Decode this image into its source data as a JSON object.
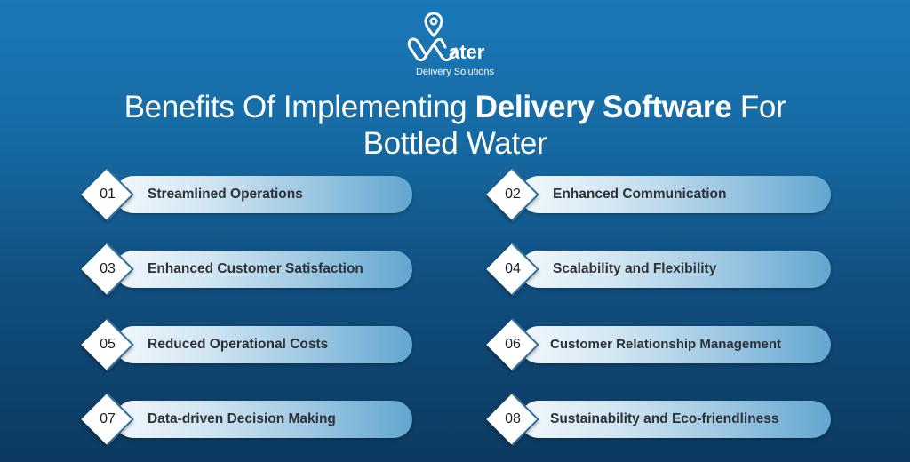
{
  "logo": {
    "icon": "location-pin-icon",
    "wordmark": "ater",
    "subtitle": "Delivery Solutions"
  },
  "title": {
    "part1": "Benefits Of Implementing ",
    "bold": "Delivery Software",
    "part2": " For",
    "line2": "Bottled Water"
  },
  "colors": {
    "background_top": "#1b79b9",
    "background_bottom": "#0c3a60",
    "pill_start": "#f2f8fc",
    "pill_end": "#62a6d0",
    "text_dark": "#2e3138"
  },
  "benefits": [
    {
      "num": "01",
      "label": "Streamlined Operations"
    },
    {
      "num": "02",
      "label": "Enhanced Communication"
    },
    {
      "num": "03",
      "label": "Enhanced Customer Satisfaction"
    },
    {
      "num": "04",
      "label": "Scalability and Flexibility"
    },
    {
      "num": "05",
      "label": "Reduced Operational Costs"
    },
    {
      "num": "06",
      "label": "Customer Relationship Management"
    },
    {
      "num": "07",
      "label": "Data-driven Decision Making"
    },
    {
      "num": "08",
      "label": "Sustainability and Eco-friendliness"
    }
  ]
}
